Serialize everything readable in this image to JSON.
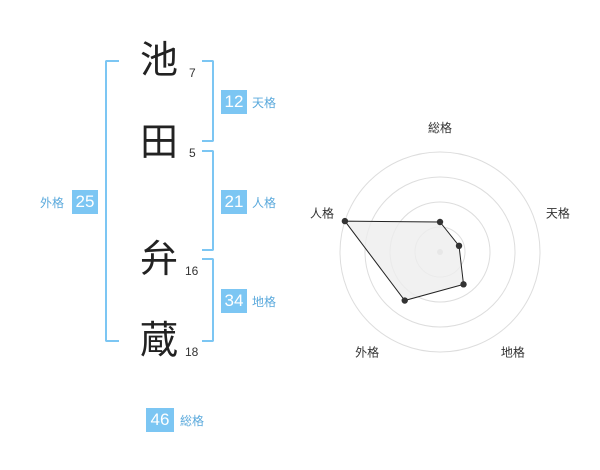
{
  "name_characters": [
    {
      "char": "池",
      "strokes": "7"
    },
    {
      "char": "田",
      "strokes": "5"
    },
    {
      "char": "弁",
      "strokes": "16"
    },
    {
      "char": "蔵",
      "strokes": "18"
    }
  ],
  "fortunes": {
    "tenkaku": {
      "value": "12",
      "label": "天格"
    },
    "jinkaku": {
      "value": "21",
      "label": "人格"
    },
    "chikaku": {
      "value": "34",
      "label": "地格"
    },
    "gaikaku": {
      "value": "25",
      "label": "外格"
    },
    "soukaku": {
      "value": "46",
      "label": "総格"
    }
  },
  "chart_data": {
    "type": "radar",
    "axes": [
      "総格",
      "天格",
      "地格",
      "外格",
      "人格"
    ],
    "values": [
      0.3,
      0.2,
      0.4,
      0.6,
      1.0
    ],
    "range": [
      0,
      1
    ],
    "rings": 4,
    "series_color": "#222222",
    "fill_color": "#eeeeee"
  },
  "colors": {
    "accent": "#7cc6f3",
    "label": "#5aa9dc"
  }
}
